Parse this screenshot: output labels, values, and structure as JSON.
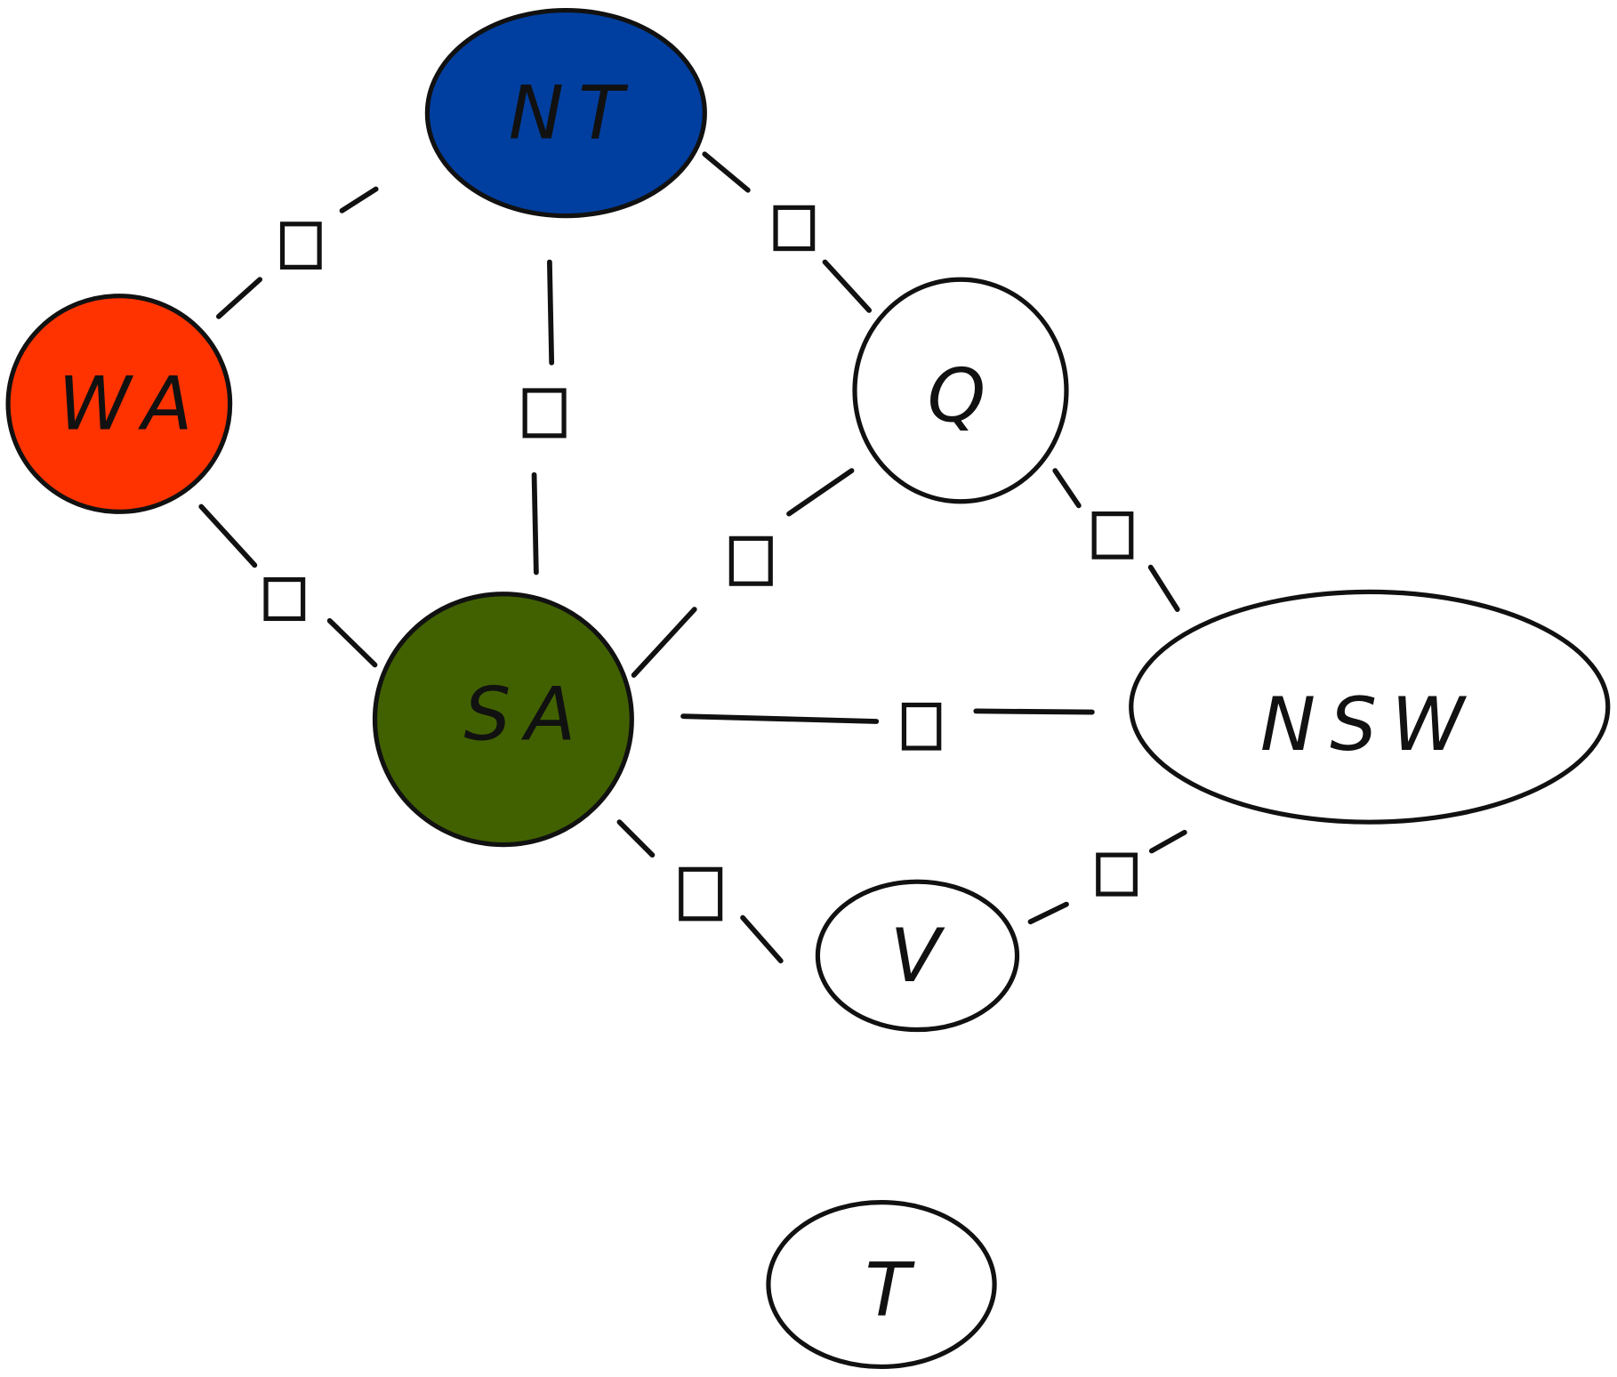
{
  "nodes": {
    "NT": {
      "label": "NT",
      "color": "#003f9f"
    },
    "WA": {
      "label": "WA",
      "color": "#ff3300"
    },
    "Q": {
      "label": "Q",
      "color": "#ffffff"
    },
    "SA": {
      "label": "SA",
      "color": "#416100"
    },
    "NSW": {
      "label": "NSW",
      "color": "#ffffff"
    },
    "V": {
      "label": "V",
      "color": "#ffffff"
    },
    "T": {
      "label": "T",
      "color": "#ffffff"
    }
  },
  "edges": [
    [
      "WA",
      "NT"
    ],
    [
      "NT",
      "Q"
    ],
    [
      "NT",
      "SA"
    ],
    [
      "WA",
      "SA"
    ],
    [
      "Q",
      "SA"
    ],
    [
      "Q",
      "NSW"
    ],
    [
      "SA",
      "NSW"
    ],
    [
      "SA",
      "V"
    ],
    [
      "V",
      "NSW"
    ]
  ]
}
